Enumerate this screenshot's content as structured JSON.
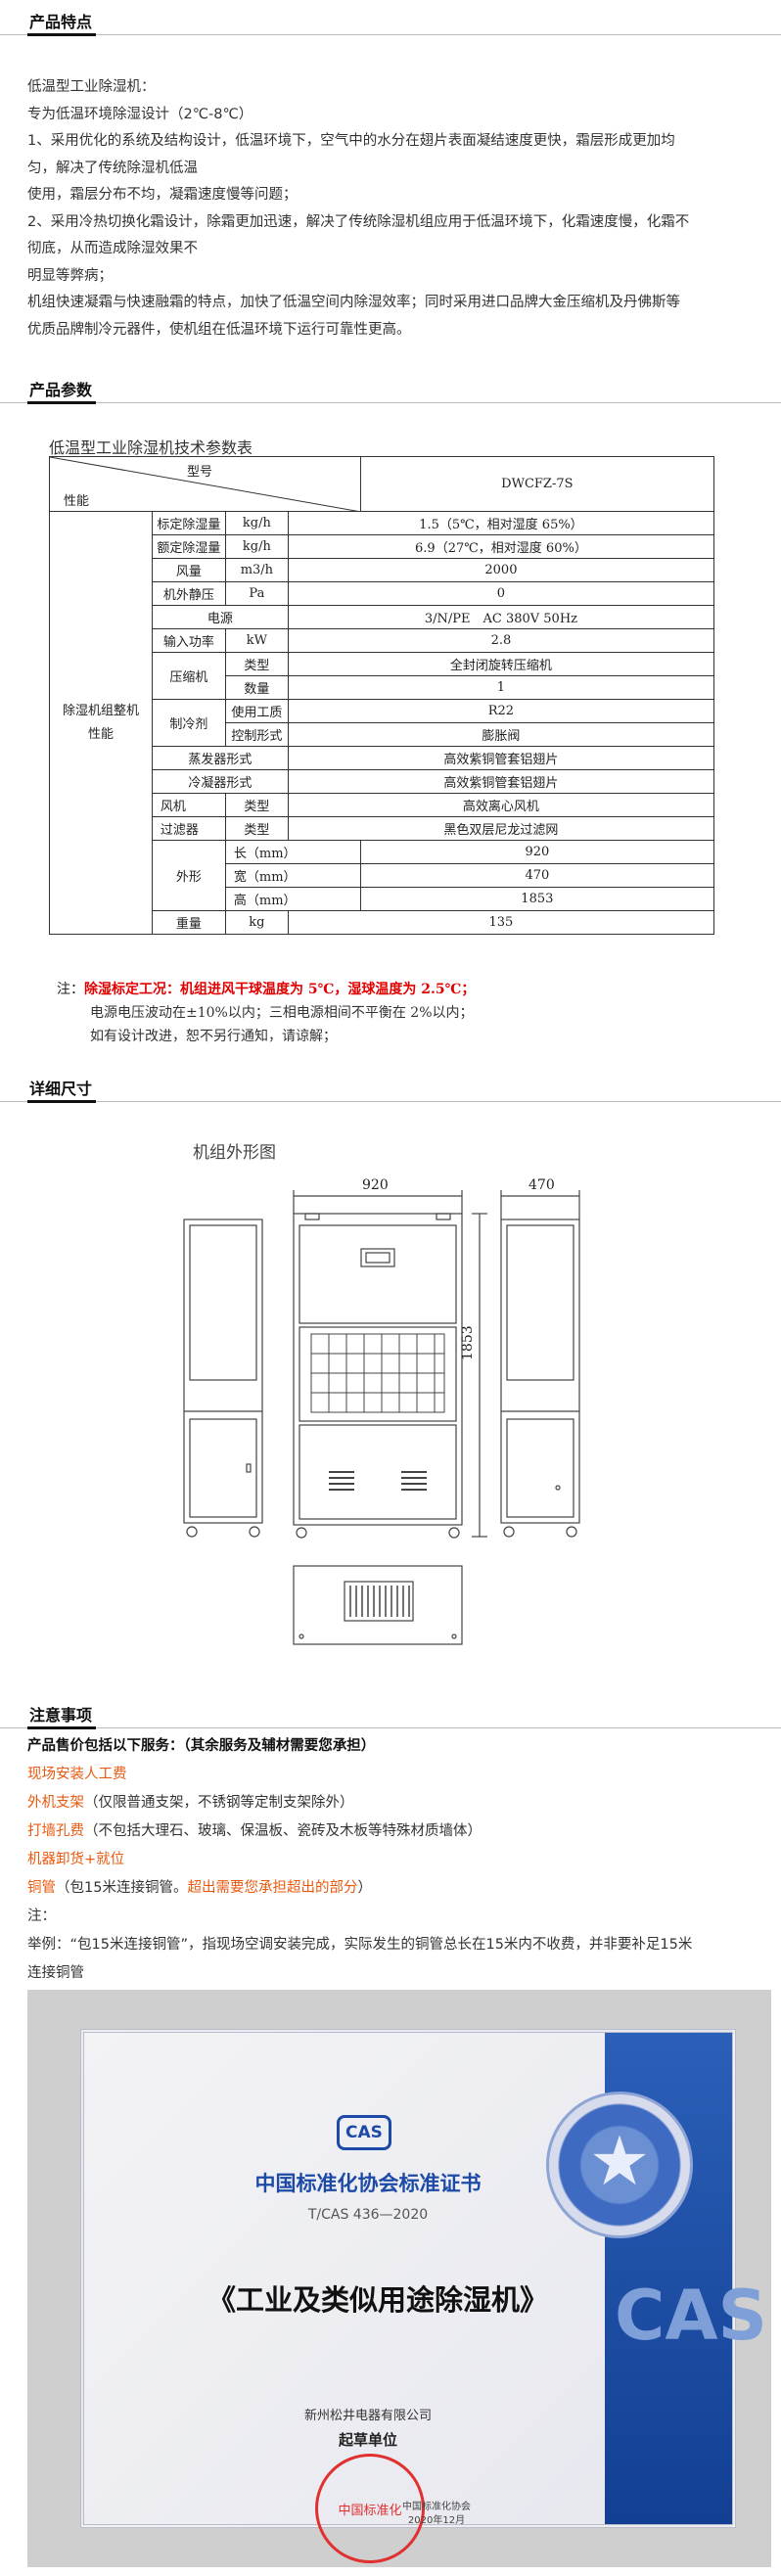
{
  "features": {
    "title": "产品特点",
    "lines": [
      "低温型工业除湿机：",
      "专为低温环境除湿设计（2℃-8℃）",
      "1、采用优化的系统及结构设计，低温环境下，空气中的水分在翅片表面凝结速度更快，霜层形成更加均",
      "匀，解决了传统除湿机低温",
      "使用，霜层分布不均，凝霜速度慢等问题；",
      "2、采用冷热切换化霜设计，除霜更加迅速，解决了传统除湿机组应用于低温环境下，化霜速度慢，化霜不",
      "彻底，从而造成除湿效果不",
      "明显等弊病；",
      "机组快速凝霜与快速融霜的特点，加快了低温空间内除湿效率；同时采用进口品牌大金压缩机及丹佛斯等",
      "优质品牌制冷元器件，使机组在低温环境下运行可靠性更高。"
    ]
  },
  "params": {
    "title": "产品参数",
    "table_title": "低温型工业除湿机技术参数表",
    "header_model": "型号",
    "header_perf": "性能",
    "model_value": "DWCFZ-7S",
    "group_label": "除湿机组整机性能",
    "rows": {
      "rated_dehum": {
        "name": "标定除湿量",
        "unit": "kg/h",
        "value": "1.5（5℃，相对湿度 65%）"
      },
      "nominal_dehum": {
        "name": "额定除湿量",
        "unit": "kg/h",
        "value": "6.9（27℃，相对湿度 60%）"
      },
      "airflow": {
        "name": "风量",
        "unit": "m3/h",
        "value": "2000"
      },
      "static_pressure": {
        "name": "机外静压",
        "unit": "Pa",
        "value": "0"
      },
      "power": {
        "name": "电源",
        "value": "3/N/PE　AC 380V 50Hz"
      },
      "input_power": {
        "name": "输入功率",
        "unit": "kW",
        "value": "2.8"
      },
      "compressor": {
        "name": "压缩机",
        "type_label": "类型",
        "type_value": "全封闭旋转压缩机",
        "qty_label": "数量",
        "qty_value": "1"
      },
      "refrigerant": {
        "name": "制冷剂",
        "work_label": "使用工质",
        "work_value": "R22",
        "ctrl_label": "控制形式",
        "ctrl_value": "膨胀阀"
      },
      "evaporator": {
        "name": "蒸发器形式",
        "value": "高效紫铜管套铝翅片"
      },
      "condenser": {
        "name": "冷凝器形式",
        "value": "高效紫铜管套铝翅片"
      },
      "fan": {
        "name": "风机",
        "label": "类型",
        "value": "高效离心风机"
      },
      "filter": {
        "name": "过滤器",
        "label": "类型",
        "value": "黑色双层尼龙过滤网"
      },
      "shape": {
        "name": "外形",
        "l_label": "长（mm）",
        "l_value": "920",
        "w_label": "宽（mm）",
        "w_value": "470",
        "h_label": "高（mm）",
        "h_value": "1853"
      },
      "weight": {
        "name": "重量",
        "unit": "kg",
        "value": "135"
      }
    },
    "note_prefix": "注：",
    "note_red": "除湿标定工况：机组进风干球温度为 5℃，湿球温度为 2.5℃；",
    "note_line2": "电源电压波动在±10%以内；三相电源相间不平衡在 2%以内；",
    "note_line3": "如有设计改进，恕不另行通知，请谅解；"
  },
  "dimensions": {
    "title": "详细尺寸",
    "drawing_title": "机组外形图",
    "width_label": "920",
    "depth_label": "470",
    "height_label": "1853"
  },
  "notice": {
    "title": "注意事项",
    "intro_bold": "产品售价包括以下服务：（其余服务及辅材需要您承担）",
    "item1": "现场安装人工费",
    "item2_orange": "外机支架",
    "item2_rest": "（仅限普通支架，不锈钢等定制支架除外）",
    "item3_orange": "打墙孔费",
    "item3_rest": "（不包括大理石、玻璃、保温板、瓷砖及木板等特殊材质墙体）",
    "item4": "机器卸货+就位",
    "item5_orange": "铜管",
    "item5_mid": "（包15米连接铜管。",
    "item5_orange2": "超出需要您承担超出的部分",
    "item5_end": "）",
    "note_label": "注：",
    "example1": "举例：“包15米连接铜管”，指现场空调安装完成，实际发生的铜管总长在15米内不收费，并非要补足15米",
    "example2": "连接铜管"
  },
  "certificate": {
    "logo": "CAS",
    "org_title": "中国标准化协会标准证书",
    "standard_no": "T/CAS 436—2020",
    "product": "《工业及类似用途除湿机》",
    "company": "新州松井电器有限公司",
    "role": "起草单位",
    "stamp_text": "中国标准化",
    "issuer": "中国标准化协会",
    "date": "2020年12月",
    "side_text": "CAS"
  },
  "colors": {
    "red": "#e00000",
    "orange": "#e85a10",
    "cas_blue": "#1d4aa6"
  }
}
